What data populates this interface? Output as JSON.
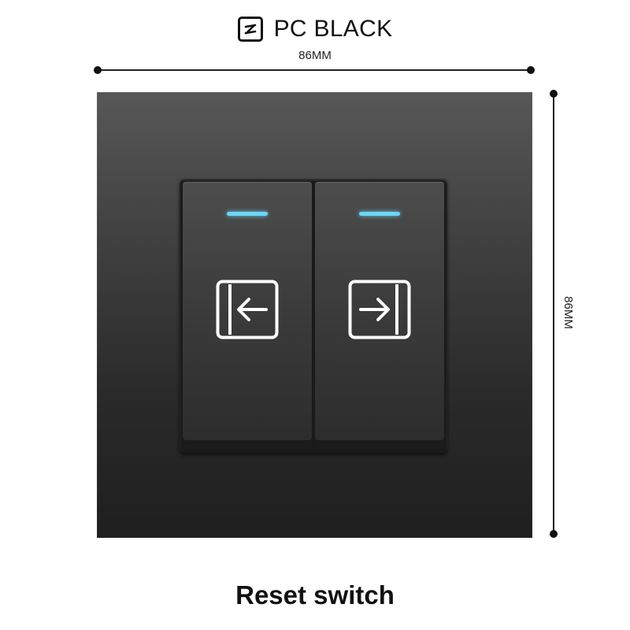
{
  "header": {
    "logo_icon": "brand-logo-icon",
    "title": "PC BLACK"
  },
  "dimensions": {
    "width_label": "86MM",
    "height_label": "86MM"
  },
  "switch": {
    "colors": {
      "plate": "#3a3a3a",
      "indicator": "#6cd6f6"
    },
    "rockers": [
      {
        "icon": "arrow-left-icon"
      },
      {
        "icon": "arrow-right-icon"
      }
    ]
  },
  "caption": "Reset switch"
}
